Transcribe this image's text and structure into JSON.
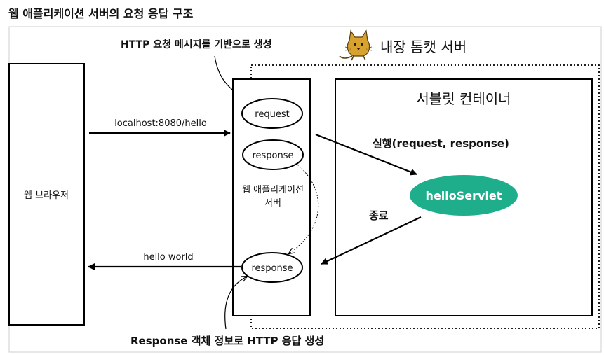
{
  "title": "웹 애플리케이션 서버의 요청 응답 구조",
  "annotations": {
    "http_request_note": "HTTP 요청 메시지를 기반으로 생성",
    "response_note": "Response 객체 정보로 HTTP 응답 생성",
    "embedded_tomcat": "내장 톰캣 서버"
  },
  "web_browser": {
    "label": "웹 브라우저"
  },
  "arrows": {
    "request_url": "localhost:8080/hello",
    "response_body": "hello world",
    "execute": "실행(request, response)",
    "finish": "종료"
  },
  "was": {
    "label_line1": "웹 애플리케이션",
    "label_line2": "서버",
    "request": "request",
    "response_top": "response",
    "response_bottom": "response"
  },
  "servlet_container": {
    "label": "서블릿 컨테이너",
    "servlet": "helloServlet",
    "servlet_color": "#1fae8b"
  },
  "icons": {
    "tomcat": "tomcat-cat-logo-icon"
  }
}
